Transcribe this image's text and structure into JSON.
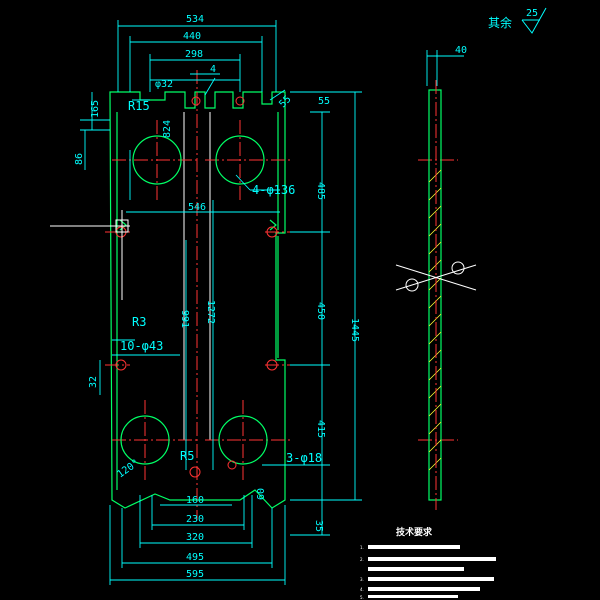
{
  "corner_note": {
    "text": "其余",
    "roughness": "25"
  },
  "dimensions": {
    "w534": "534",
    "w440": "440",
    "w298": "298",
    "dia32": "φ32",
    "d4": "4",
    "h165": "165",
    "r15": "R15",
    "d55": "55",
    "d824": "824",
    "h86": "86",
    "holes4": "4-φ136",
    "h485": "485",
    "w546": "546",
    "h991": "991",
    "h1272": "1272",
    "h450": "450",
    "h1445": "1445",
    "r3": "R3",
    "holes10": "10-φ43",
    "h32": "32",
    "h415": "415",
    "r5": "R5",
    "holes3": "3-φ18",
    "w160": "160",
    "w230": "230",
    "w320": "320",
    "w495": "495",
    "w595": "595",
    "h35": "35",
    "t40": "40",
    "a120": "120°",
    "h60": "60"
  },
  "tech_requirements": {
    "title": "技术要求",
    "items": [
      "1.",
      "2.",
      "3.",
      "4.",
      "5."
    ]
  }
}
